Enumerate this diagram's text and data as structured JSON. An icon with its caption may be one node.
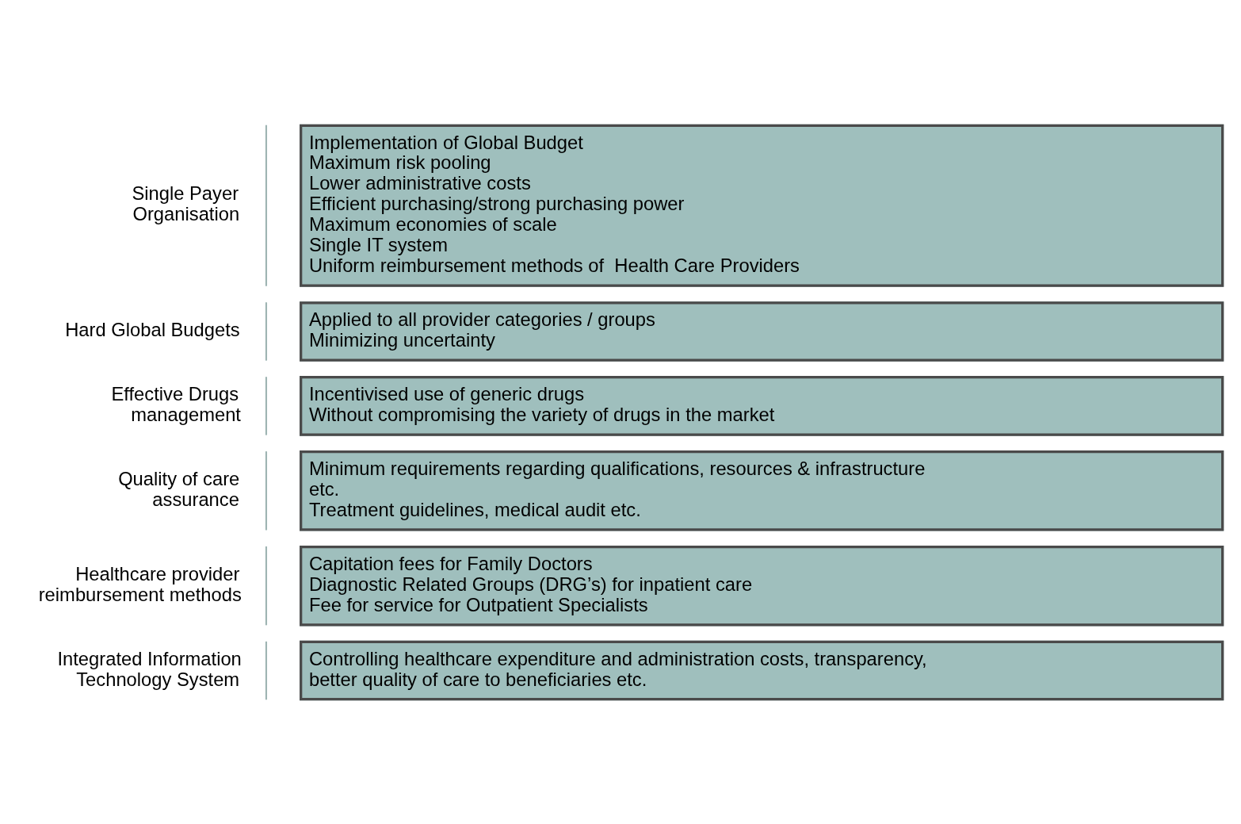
{
  "diagram": {
    "nodes": [
      {
        "text": [
          "Implementation of Global Budget",
          "Maximum risk pooling",
          "Lower administrative costs",
          "Efficient purchasing/strong purchasing power",
          "Maximum economies of scale",
          "Single IT system",
          "Uniform reimbursement methods of  Health Care Providers"
        ],
        "beside": [
          "Single Payer Organisation"
        ]
      },
      {
        "text": [
          "Applied to all provider categories / groups",
          "Minimizing uncertainty"
        ],
        "beside": [
          "Hard Global Budgets"
        ]
      },
      {
        "text": [
          "Incentivised use of generic drugs",
          "Without compromising the variety of drugs in the market"
        ],
        "beside": [
          "Effective Drugs management"
        ]
      },
      {
        "text": [
          "Minimum requirements regarding qualifications, resources & infrastructure etc.",
          "Treatment guidelines, medical audit etc."
        ],
        "beside": [
          "Quality of care assurance"
        ]
      },
      {
        "text": [
          "Capitation fees for Family Doctors",
          "Diagnostic Related Groups (DRG’s) for inpatient care",
          "Fee for service for Outpatient Specialists"
        ],
        "beside": [
          "Healthcare provider reimbursement methods"
        ]
      },
      {
        "text": [
          "Controlling healthcare expenditure and administration costs, transparency,  better quality of care to beneficiaries etc."
        ],
        "beside": [
          "Integrated Information Technology System"
        ]
      }
    ]
  }
}
